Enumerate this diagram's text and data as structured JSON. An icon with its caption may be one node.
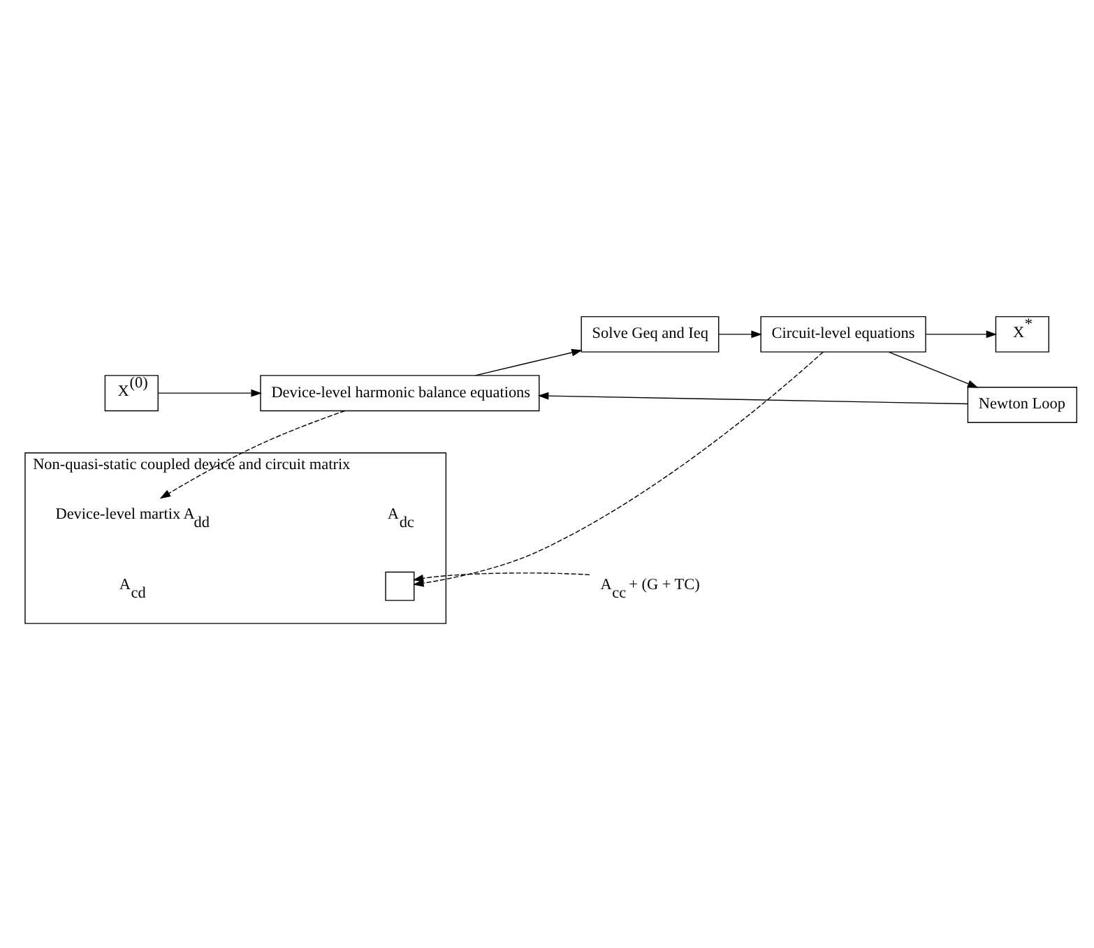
{
  "diagram": {
    "nodes": [
      {
        "text": [
          "X$^{(0)}$"
        ]
      },
      {
        "text": [
          "Device-level harmonic balance equations"
        ]
      },
      {
        "text": [
          "Solve Geq and Ieq"
        ]
      },
      {
        "text": [
          "Circuit-level equations"
        ]
      },
      {
        "text": [
          "X$^{*}$"
        ]
      },
      {
        "text": [
          "Newton Loop"
        ]
      },
      {
        "text": [
          "Non-quasi-static coupled device and circuit matrix"
        ]
      },
      {
        "text": [
          "Device-level martix A$_{dd}$"
        ],
        "in": 6
      },
      {
        "text": [
          "A$_{dc}$"
        ],
        "in": 6
      },
      {
        "text": [
          "A$_{cd}$"
        ],
        "in": 6
      },
      {
        "text": [],
        "shape": "box",
        "in": 6
      },
      {
        "text": [
          "A$_{cc}$ + (G + TC)"
        ]
      }
    ],
    "edges": [
      {
        "from": 0,
        "to": 1,
        "arrow": "to"
      },
      {
        "from": 1,
        "to": 2,
        "arrow": "to"
      },
      {
        "from": 2,
        "to": 3,
        "arrow": "to"
      },
      {
        "from": 3,
        "to": 4,
        "arrow": "to"
      },
      {
        "from": 3,
        "to": 5,
        "arrow": "to"
      },
      {
        "from": 5,
        "to": 1,
        "arrow": "to"
      },
      {
        "from": 1,
        "to": 7,
        "arrow": "to",
        "style": "dashed"
      },
      {
        "from": 3,
        "to": 10,
        "arrow": "to",
        "style": "dashed"
      },
      {
        "from": 11,
        "to": 10,
        "arrow": "to",
        "style": "dashed"
      }
    ]
  }
}
